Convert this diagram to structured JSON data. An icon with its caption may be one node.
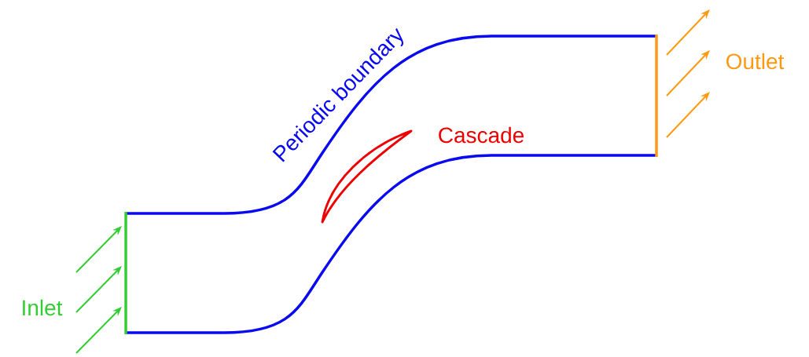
{
  "diagram": {
    "labels": [
      "Periodic boundary",
      "Cascade",
      "Outlet",
      "Inlet"
    ]
  }
}
